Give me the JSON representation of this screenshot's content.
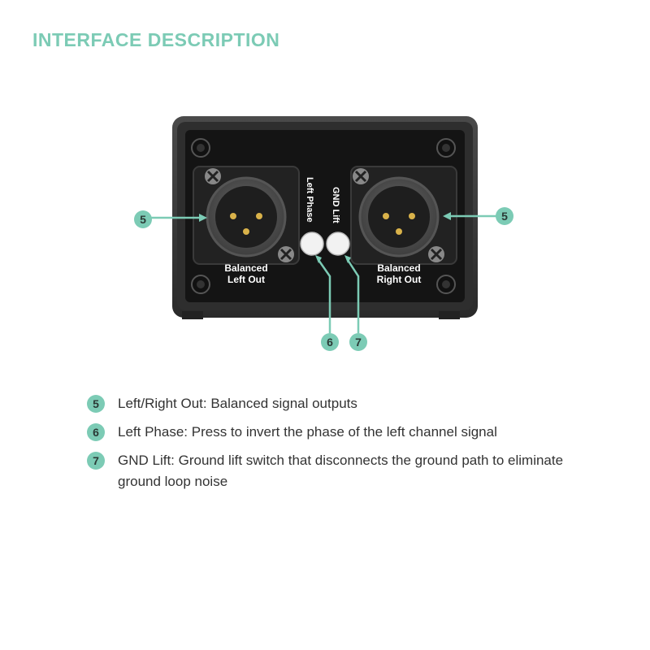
{
  "header": {
    "title": "INTERFACE DESCRIPTION"
  },
  "device": {
    "left_out_label_line1": "Balanced",
    "left_out_label_line2": "Left Out",
    "right_out_label_line1": "Balanced",
    "right_out_label_line2": "Right Out",
    "left_phase_label": "Left Phase",
    "gnd_lift_label": "GND Lift",
    "callout_left_out": "5",
    "callout_right_out": "5",
    "callout_left_phase": "6",
    "callout_gnd_lift": "7"
  },
  "colors": {
    "accent": "#7ccbb5",
    "panel": "#1a1a1a",
    "housing": "#3a3a3a"
  },
  "legend": {
    "items": [
      {
        "number": "5",
        "label": "Left/Right Out:",
        "description": " Balanced signal outputs"
      },
      {
        "number": "6",
        "label": "Left Phase:",
        "description": " Press to invert the phase of the left channel signal"
      },
      {
        "number": "7",
        "label": "GND Lift:",
        "description": " Ground lift switch that disconnects the ground path to eliminate ground loop noise"
      }
    ]
  }
}
